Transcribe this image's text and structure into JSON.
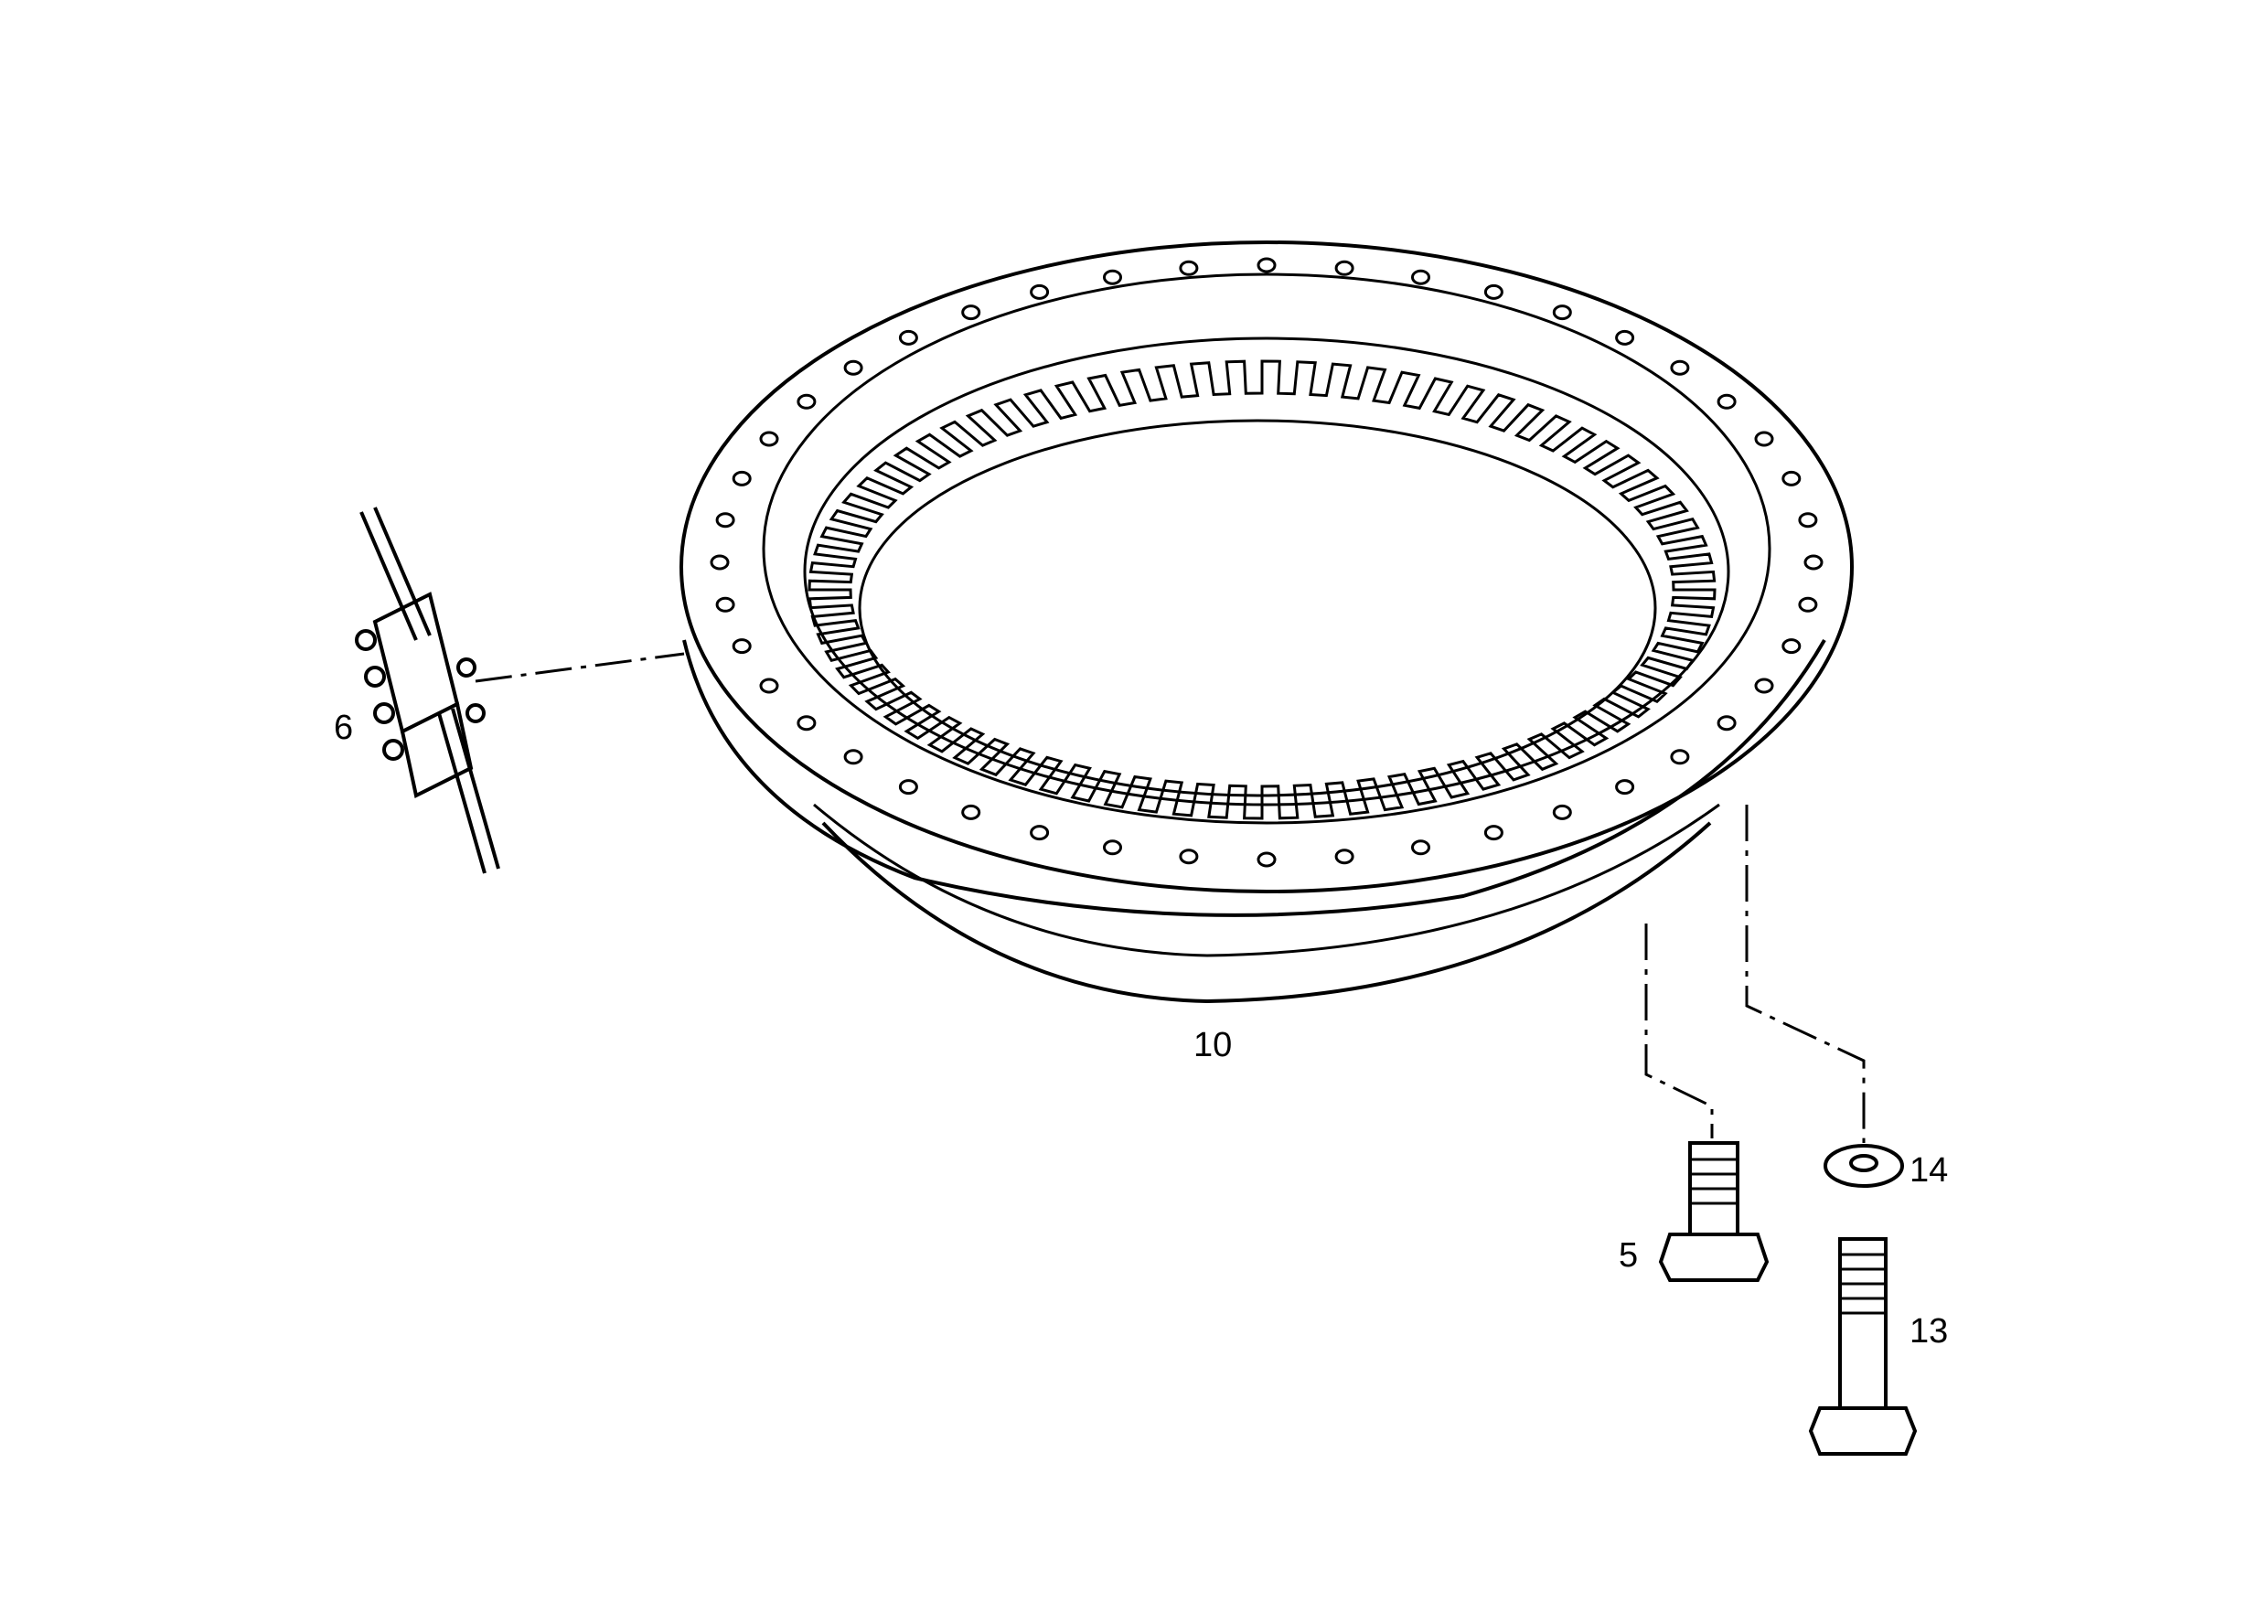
{
  "diagram": {
    "parts": [
      {
        "id": "slewing-ring",
        "callout": "10"
      },
      {
        "id": "rotary-union-block",
        "callout": "6"
      },
      {
        "id": "short-hex-bolt",
        "callout": "5"
      },
      {
        "id": "washer",
        "callout": "14"
      },
      {
        "id": "long-hex-bolt",
        "callout": "13"
      }
    ]
  }
}
